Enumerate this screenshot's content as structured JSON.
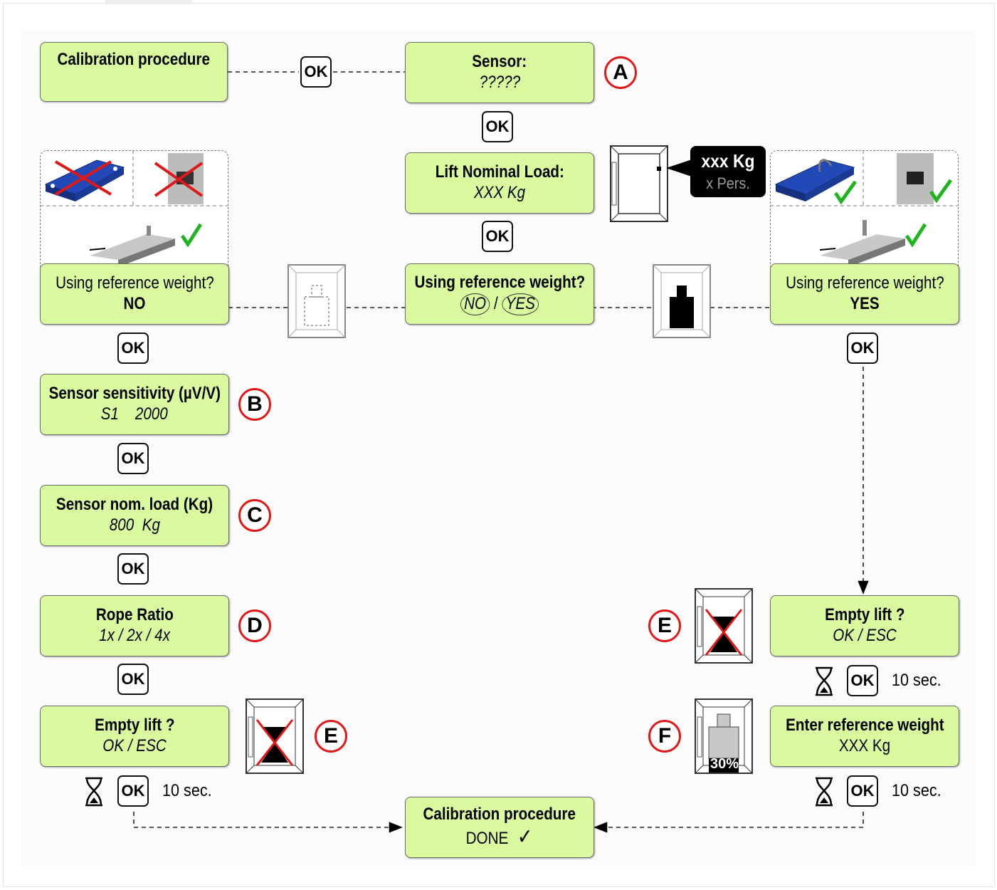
{
  "ok_label": "OK",
  "boxes": {
    "calibration_procedure": {
      "title": "Calibration procedure"
    },
    "sensor": {
      "title": "Sensor:",
      "value": "?????"
    },
    "lift_nominal_load": {
      "title": "Lift Nominal Load:",
      "value": "XXX Kg"
    },
    "ref_center": {
      "title": "Using reference weight?",
      "no": "NO",
      "sep": "/",
      "yes": "YES"
    },
    "ref_left": {
      "title": "Using reference weight?",
      "value": "NO"
    },
    "ref_right": {
      "title": "Using reference weight?",
      "value": "YES"
    },
    "sensitivity": {
      "title": "Sensor sensitivity (µV/V)",
      "value": "S1    2000"
    },
    "nom_load": {
      "title": "Sensor nom. load (Kg)",
      "value": "800  Kg"
    },
    "rope_ratio": {
      "title": "Rope Ratio",
      "value": "1x / 2x / 4x"
    },
    "empty_left": {
      "title": "Empty lift ?",
      "value": "OK / ESC"
    },
    "empty_right": {
      "title": "Empty lift ?",
      "value": "OK / ESC"
    },
    "enter_ref": {
      "title": "Enter reference weight",
      "value": "XXX Kg"
    },
    "done": {
      "title": "Calibration procedure",
      "value": "DONE",
      "mark": "✓"
    }
  },
  "badges": {
    "a": "A",
    "b": "B",
    "c": "C",
    "d": "D",
    "e_left": "E",
    "e_right": "E",
    "f": "F"
  },
  "bubble": {
    "weight": "xxx Kg",
    "persons": "x Pers."
  },
  "timer": {
    "left": "10 sec.",
    "right_top": "10 sec.",
    "right_bottom": "10 sec."
  },
  "percent_label": "30%",
  "colors": {
    "box_fill": "#d9fa9e",
    "badge_ring": "#e11818",
    "check": "#21b421",
    "sensor_blue": "#2348b8"
  }
}
